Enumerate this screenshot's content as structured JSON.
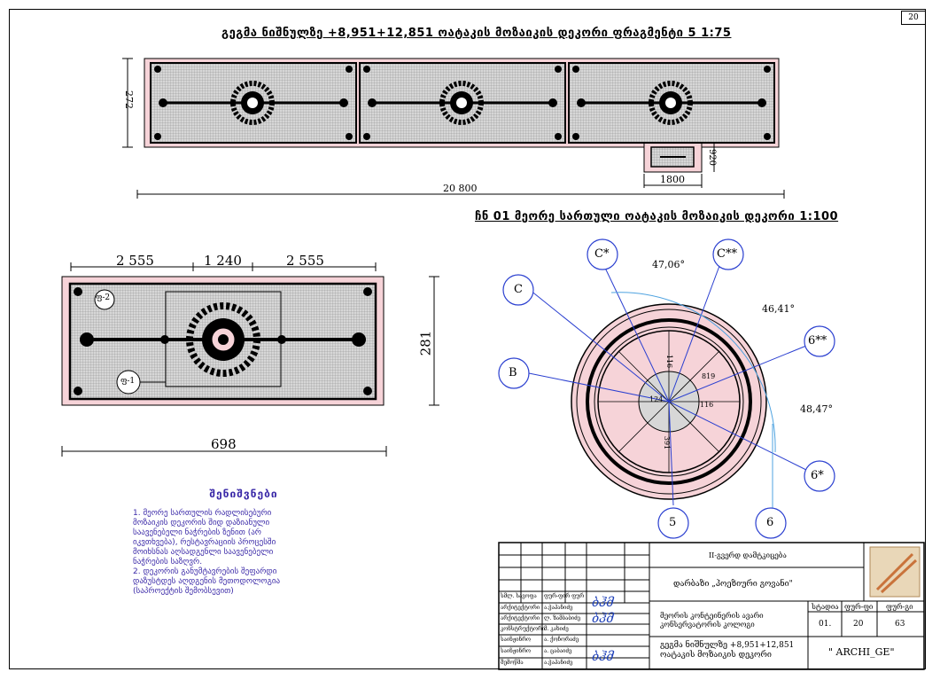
{
  "page_number": "20",
  "top_title": "გეგმა ნიშნულზე +8,951+12,851 ოატაკის მოზაიკის დეკორი ფრაგმენტი 5   1:75",
  "top_dims": {
    "left_height": "272",
    "total_width": "20 800",
    "notch_width": "1800",
    "notch_height": "920"
  },
  "left_dims": {
    "seg1": "2 555",
    "seg2": "1 240",
    "seg3": "2 555",
    "height": "281",
    "width": "698",
    "mark_a": "ფ-2",
    "mark_b": "ფ-1"
  },
  "circle_title": "ჩნ 01  მეორე სართული ოატაკის მოზაიკის დეკორი    1:100",
  "circle": {
    "labels": [
      "C*",
      "C**",
      "C",
      "B",
      "6**",
      "6*",
      "5",
      "6"
    ],
    "angles": [
      "47,06°",
      "46,41°",
      "48,47°"
    ],
    "inner_dims": [
      "819",
      "116",
      "391",
      "116",
      "124"
    ]
  },
  "notes": {
    "heading": "შენიშვნები",
    "lines": [
      "1. მეორე სართულის რადლისებური",
      "მოზაიკის დეკორის შიდ დაზიანული",
      "საავენებელი ნაჭრების ზენით (არ",
      "იკვთხვება), რესტავრაციის პროცესში",
      "მოიხსნას აღსადგენლი საავენებელი",
      "ნაჭრების საზღვრ.",
      "2. დეკორის განუმტავრების შეფარდი",
      "დაზუსტდეს აღდგენის მეთოდოლოგია",
      "(საპროექტის შემობსევით)"
    ]
  },
  "title_block": {
    "org": "II-გვერდ დამტკიცება",
    "project": "დარბაზი „პოეზიური გოვანი\"",
    "sheet_desc": "მეორის კონტეინერის ავარი კონსერვატორის კოლოგი",
    "stage_h": "სტადია",
    "sheet_h": "ფურ-ფი",
    "sheets_h": "ფურ-გი",
    "stage_v": "01.",
    "sheet_v": "20",
    "sheets_v": "63",
    "drawing_name": "გეგმა ნიშნულზე +8,951+12,851 ოატაკის მოზაიკის დეკორი",
    "company": "\" ARCHI_GE\"",
    "rows": [
      "სმლ. სავოფა",
      "არქიტექტორი",
      "არქიტექტორი",
      "კონსტრუქტორი",
      "საინჟინრო",
      "საინჟინრო",
      "შემოწმა"
    ],
    "names": [
      "ფურ-ფირ ფურ",
      "ა.ჭაპანიძე",
      "ლ. ზამბაბიძე",
      "მ. კახიძე",
      "ა. ქოჩორაძე",
      "ა. ცაბაიძე",
      "ა.ჭაპანიძე"
    ],
    "signature": "ბჰმ"
  },
  "colors": {
    "pink": "#f6d3d8",
    "gray": "#d2d2d2",
    "blue_line": "#2a3fd0",
    "light_blue": "#4fa3e0",
    "notes": "#3b2aa8"
  }
}
